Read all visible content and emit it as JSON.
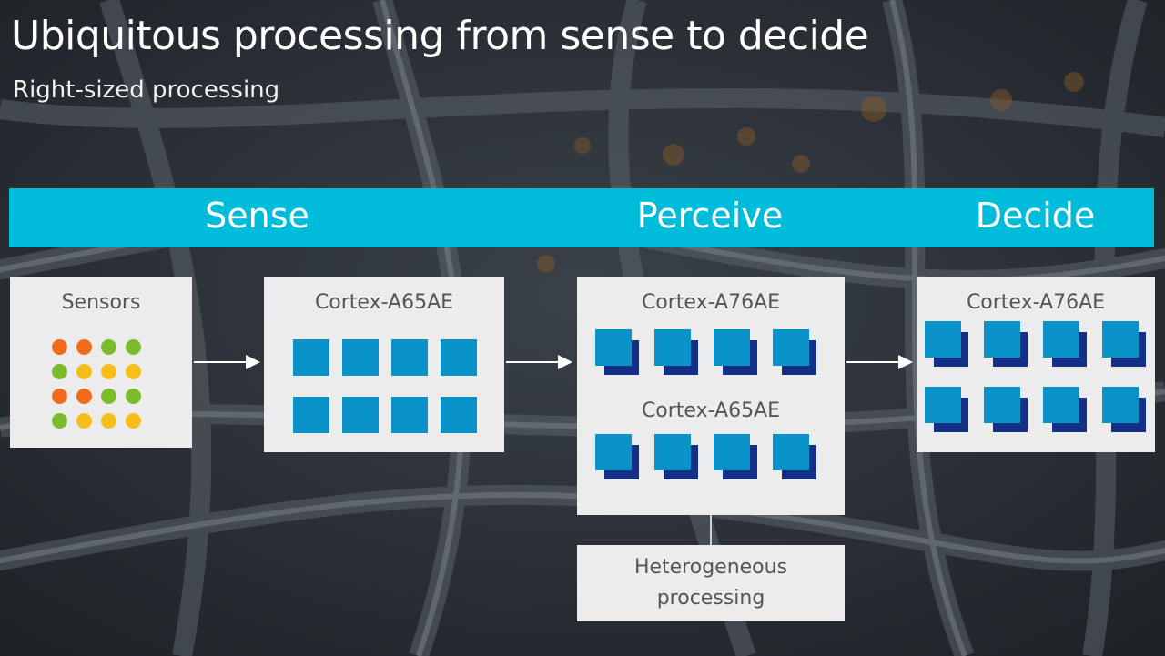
{
  "slide": {
    "title": "Ubiquitous processing from sense to decide",
    "subtitle": "Right-sized processing"
  },
  "stages": {
    "sense": "Sense",
    "perceive": "Perceive",
    "decide": "Decide"
  },
  "boxes": {
    "sensors": {
      "label": "Sensors"
    },
    "a65ae": {
      "label": "Cortex-A65AE"
    },
    "perceive": {
      "label_top": "Cortex-A76AE",
      "label_bottom": "Cortex-A65AE"
    },
    "decide": {
      "label": "Cortex-A76AE"
    }
  },
  "heterogeneous": {
    "line1": "Heterogeneous",
    "line2": "processing"
  },
  "colors": {
    "band": "#00bcdb",
    "core": "#0a93c9",
    "core_shadow": "#142f86",
    "sensor_orange": "#f26b1d",
    "sensor_green": "#7cbb2b",
    "sensor_yellow": "#f6be1a"
  },
  "sensor_grid": [
    [
      "orange",
      "orange",
      "green",
      "green"
    ],
    [
      "green",
      "yellow",
      "yellow",
      "yellow"
    ],
    [
      "orange",
      "orange",
      "green",
      "green"
    ],
    [
      "green",
      "yellow",
      "yellow",
      "yellow"
    ]
  ]
}
